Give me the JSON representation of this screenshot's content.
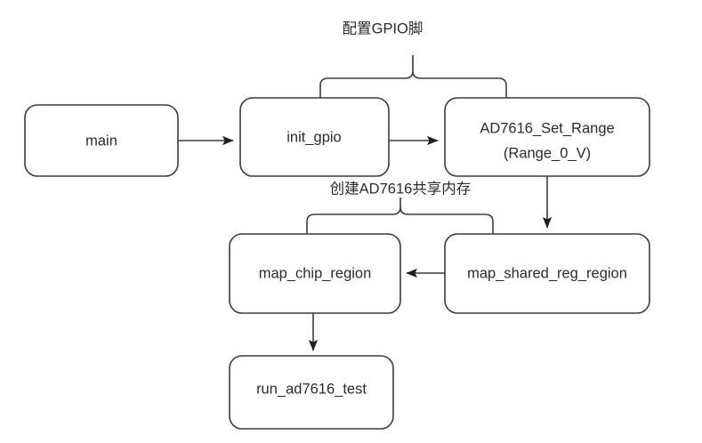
{
  "diagram": {
    "type": "flowchart",
    "title_label": "配置GPIO脚",
    "background_color": "#ffffff",
    "stroke_color": "#3b3b3b",
    "text_color": "#2b2b2b",
    "nodes": [
      {
        "id": "main",
        "label": "main"
      },
      {
        "id": "init_gpio",
        "label": "init_gpio"
      },
      {
        "id": "ad7616_set_range",
        "label_line1": "AD7616_Set_Range",
        "label_line2": "(Range_0_V)"
      },
      {
        "id": "map_chip_region",
        "label": "map_chip_region"
      },
      {
        "id": "map_shared_reg_region",
        "label": "map_shared_reg_region"
      },
      {
        "id": "run_ad7616_test",
        "label": "run_ad7616_test"
      }
    ],
    "annotations": [
      {
        "id": "gpio-brace-label",
        "label": "配置GPIO脚"
      },
      {
        "id": "shared-mem-brace-label",
        "label": "创建AD7616共享内存"
      }
    ],
    "edges": [
      {
        "from": "main",
        "to": "init_gpio"
      },
      {
        "from": "init_gpio",
        "to": "ad7616_set_range"
      },
      {
        "from": "ad7616_set_range",
        "to": "map_shared_reg_region"
      },
      {
        "from": "map_shared_reg_region",
        "to": "map_chip_region"
      },
      {
        "from": "map_chip_region",
        "to": "run_ad7616_test"
      }
    ]
  }
}
